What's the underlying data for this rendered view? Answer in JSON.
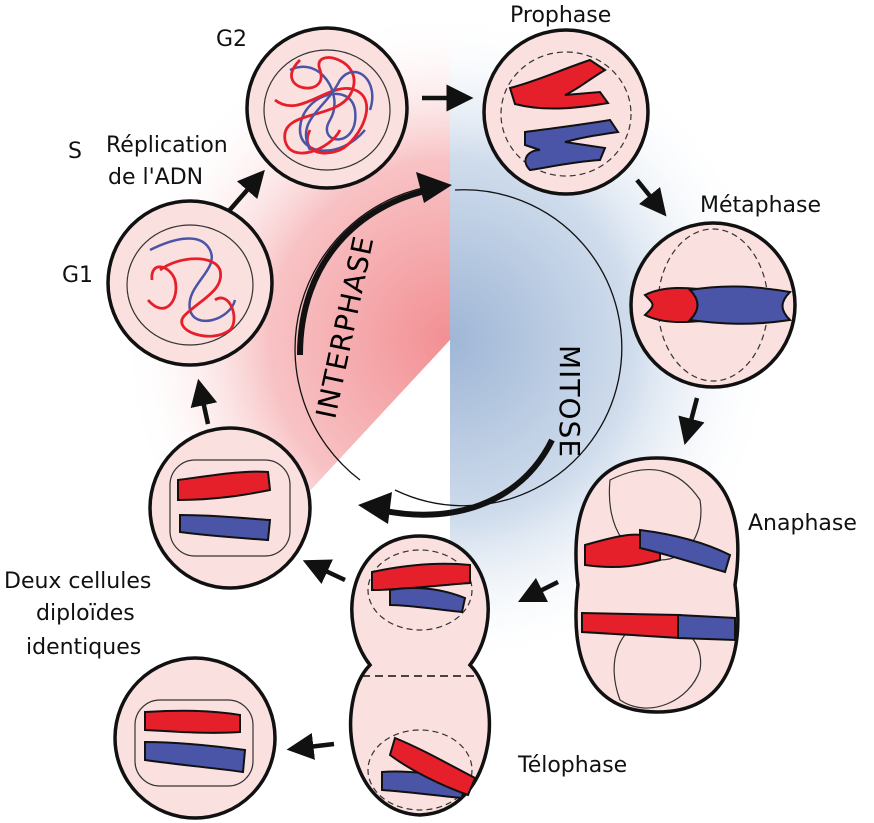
{
  "labels": {
    "g2": "G2",
    "s": "S",
    "replication_line1": "Réplication",
    "replication_line2": "de l'ADN",
    "g1": "G1",
    "prophase": "Prophase",
    "metaphase": "Métaphase",
    "anaphase": "Anaphase",
    "telophase": "Télophase",
    "daughter_line1": "Deux cellules",
    "daughter_line2": "diploïdes",
    "daughter_line3": "identiques"
  },
  "cycle_labels": {
    "interphase": "INTERPHASE",
    "mitose": "MITOSE"
  },
  "colors": {
    "chromosome_red": "#e5202a",
    "chromosome_blue": "#4a55a8",
    "cell_fill": "#fbe0e0",
    "interphase_glow": "#f4a6a8",
    "mitosis_glow": "#b9cbe0",
    "outline": "#111111"
  }
}
